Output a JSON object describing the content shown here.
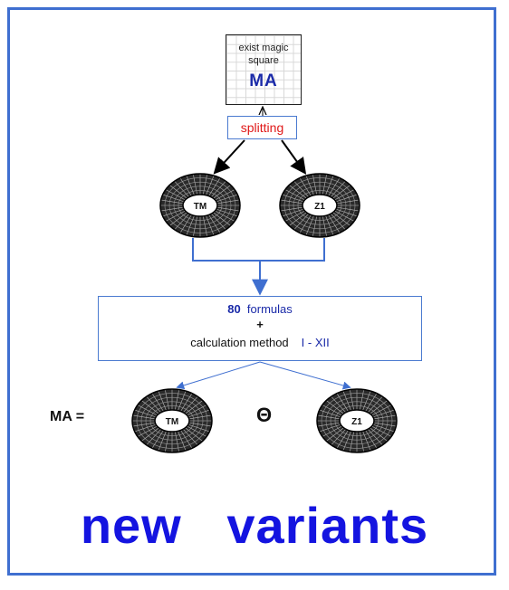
{
  "magic_square": {
    "caption": "exist magic square",
    "label": "MA"
  },
  "splitting": {
    "label": "splitting"
  },
  "tori_top": [
    {
      "label": "TM"
    },
    {
      "label": "Z1"
    }
  ],
  "formula_box": {
    "count": "80",
    "formulas_word": "formulas",
    "plus": "+",
    "method_text": "calculation method",
    "roman_range": "I - XII"
  },
  "equation": {
    "lhs": "MA =",
    "operator": "Θ",
    "tori": [
      {
        "label": "TM"
      },
      {
        "label": "Z1"
      }
    ]
  },
  "footer": {
    "text": "new   variants"
  },
  "colors": {
    "frame": "#3f6fd0",
    "connector": "#4a7ad0",
    "title_blue": "#1414e0",
    "label_blue": "#1a2aa8",
    "splitting_red": "#e01818"
  }
}
